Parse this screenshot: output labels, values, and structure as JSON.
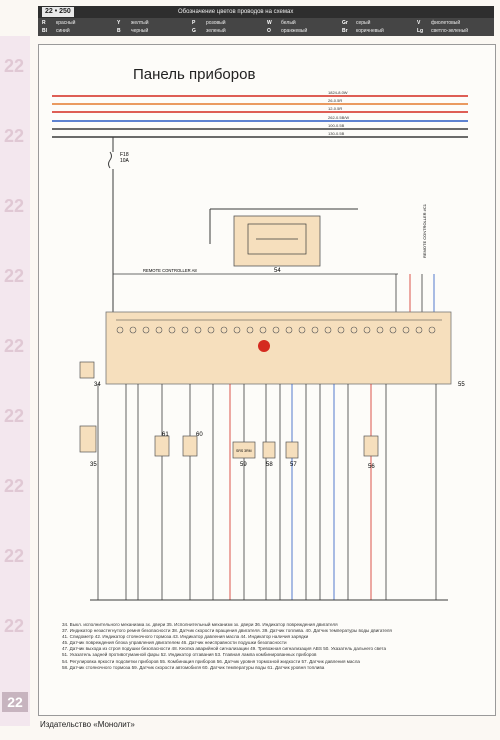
{
  "header": {
    "page_number": "22 • 250",
    "title": "Обозначение цветов проводов на схемах",
    "legend": [
      {
        "code": "R",
        "name": "красный"
      },
      {
        "code": "Y",
        "name": "желтый"
      },
      {
        "code": "P",
        "name": "розовый"
      },
      {
        "code": "W",
        "name": "белый"
      },
      {
        "code": "Gr",
        "name": "серый"
      },
      {
        "code": "V",
        "name": "фиолетовый"
      },
      {
        "code": "Bl",
        "name": "синий"
      },
      {
        "code": "B",
        "name": "черный"
      },
      {
        "code": "G",
        "name": "зеленый"
      },
      {
        "code": "O",
        "name": "оранжевый"
      },
      {
        "code": "Br",
        "name": "коричневый"
      },
      {
        "code": "Lg",
        "name": "светло-зеленый"
      }
    ]
  },
  "sidetab": {
    "number": "22"
  },
  "diagram": {
    "title": "Панель приборов",
    "bus_labels": [
      "1824-8.0W",
      "26-0.5R",
      "12-0.5R",
      "262-0.5B/W",
      "100-0.5B",
      "130-0.5B"
    ],
    "fuse": {
      "name": "F18",
      "rating": "10A"
    },
    "remote_label": "REMOTE CONTROLLER A8",
    "remote_label_2": "REMOTE CONTROLLER #C1",
    "component_numbers": [
      "54",
      "55",
      "34",
      "35",
      "61",
      "60",
      "59",
      "58",
      "57",
      "56"
    ],
    "sensor_box_label": "SRS 3RM"
  },
  "caption": [
    "34. Выкл. исполнительного механизма зх. двери 35. Исполнительный механизм зх. двери 36. Индикатор повреждения двигателя",
    "37. Индикатор незастегнутого ремня безопасности 38. Датчик скорости вращения двигателя. 39. Датчик топлива. 40. Датчик температуры воды двигателя",
    "41. Спидометр 42. Индикатор стояночного тормоза 43. Индикатор давления масла 44. Индикатор наличия зарядки",
    "45. Датчик повреждения блока управления двигателем 46. Датчик неисправности подушки безопасности",
    "47. Датчик выхода из строя подушки безопасности 48. Кнопка аварийной сигнализации 49. Тревожная сигнализация ABS 50. Указатель дальнего света",
    "51. Указатель задней противотуманной фары 52. Индикатор отгавания 53. Главная лампа комбинированных приборов",
    "54. Регулировка яркости подсветки приборов 55. Комбинация приборов 56. Датчик уровня тормозной жидкости 57. Датчик давления масла",
    "58. Датчик стояночного тормоза 59. Датчик скорости автомобиля 60. Датчик температуры воды 61. Датчик уровня топлива"
  ],
  "publisher": "Издательство «Монолит»",
  "colors": {
    "red": "#d42a1f",
    "orange": "#e3792e",
    "blue": "#2a59c2",
    "panel": "#f6dfbd",
    "wire": "#3b3b3b"
  }
}
